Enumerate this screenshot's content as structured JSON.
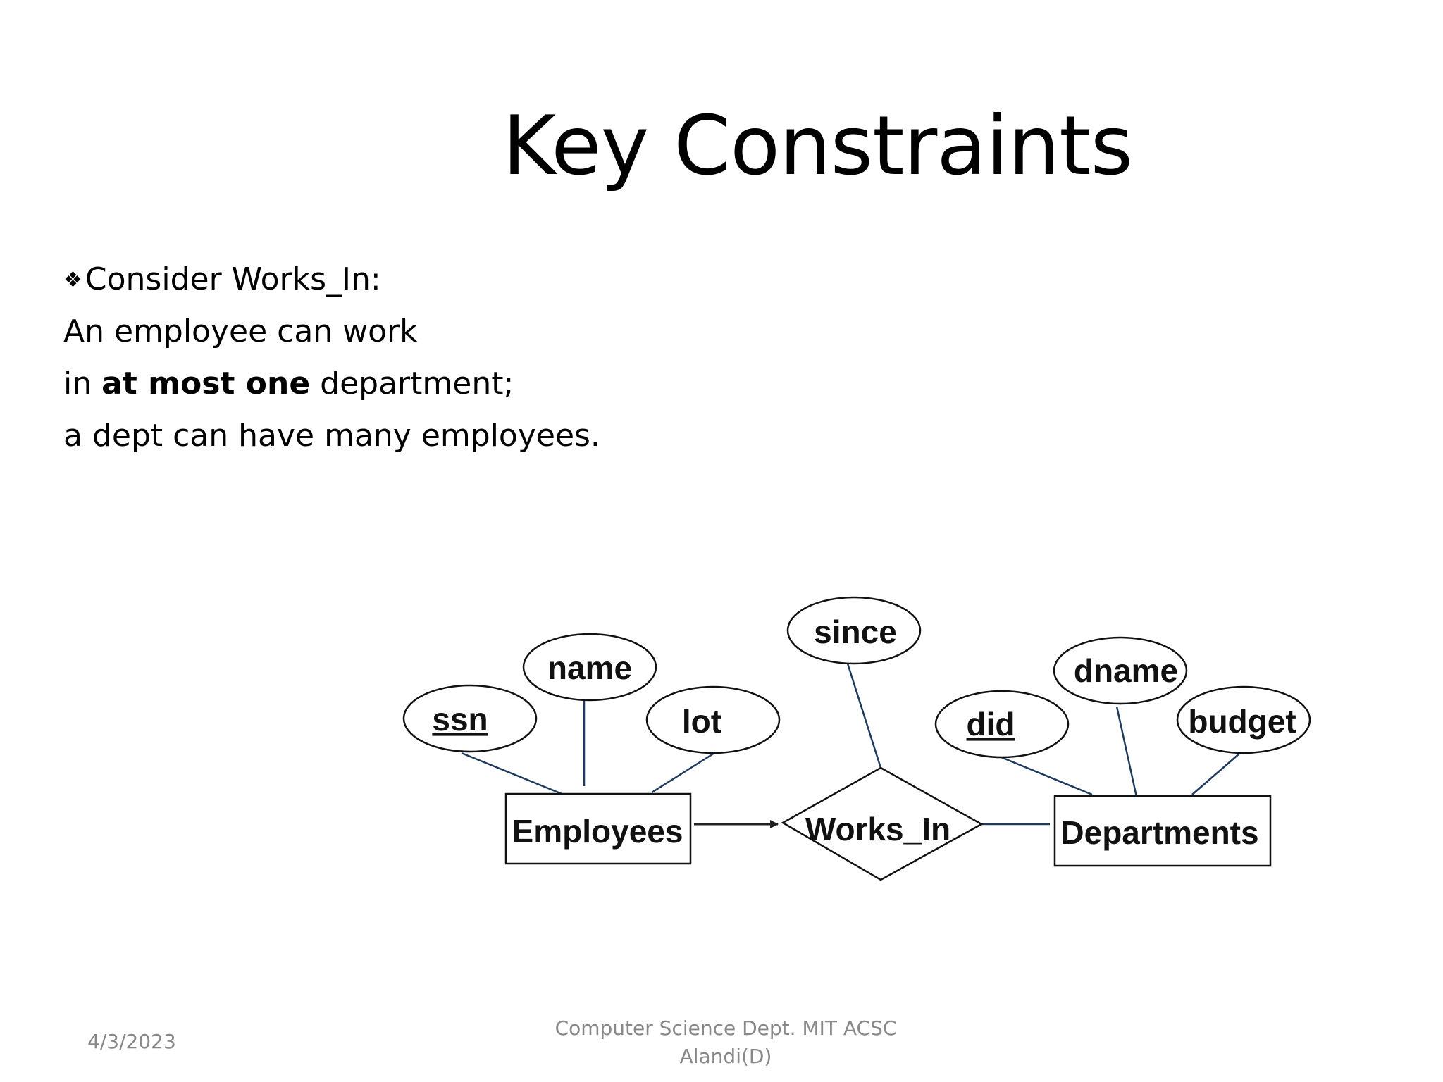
{
  "slide": {
    "title": "Key Constraints",
    "bullet_glyph": "❖",
    "lines": [
      {
        "text": "Consider Works_In:"
      },
      {
        "text": "An employee can work"
      },
      {
        "pre": "in ",
        "bold": "at most one",
        "post": " department;"
      },
      {
        "text": "a dept can have many employees."
      }
    ]
  },
  "diagram": {
    "entities": {
      "employees": "Employees",
      "departments": "Departments"
    },
    "relationship": "Works_In",
    "attributes": {
      "ssn": "ssn",
      "name": "name",
      "lot": "lot",
      "since": "since",
      "did": "did",
      "dname": "dname",
      "budget": "budget"
    },
    "key_attributes": [
      "ssn",
      "did"
    ],
    "line_color": "#1f3a5f"
  },
  "footer": {
    "date": "4/3/2023",
    "org_line1": "Computer Science Dept. MIT ACSC",
    "org_line2": "Alandi(D)"
  }
}
